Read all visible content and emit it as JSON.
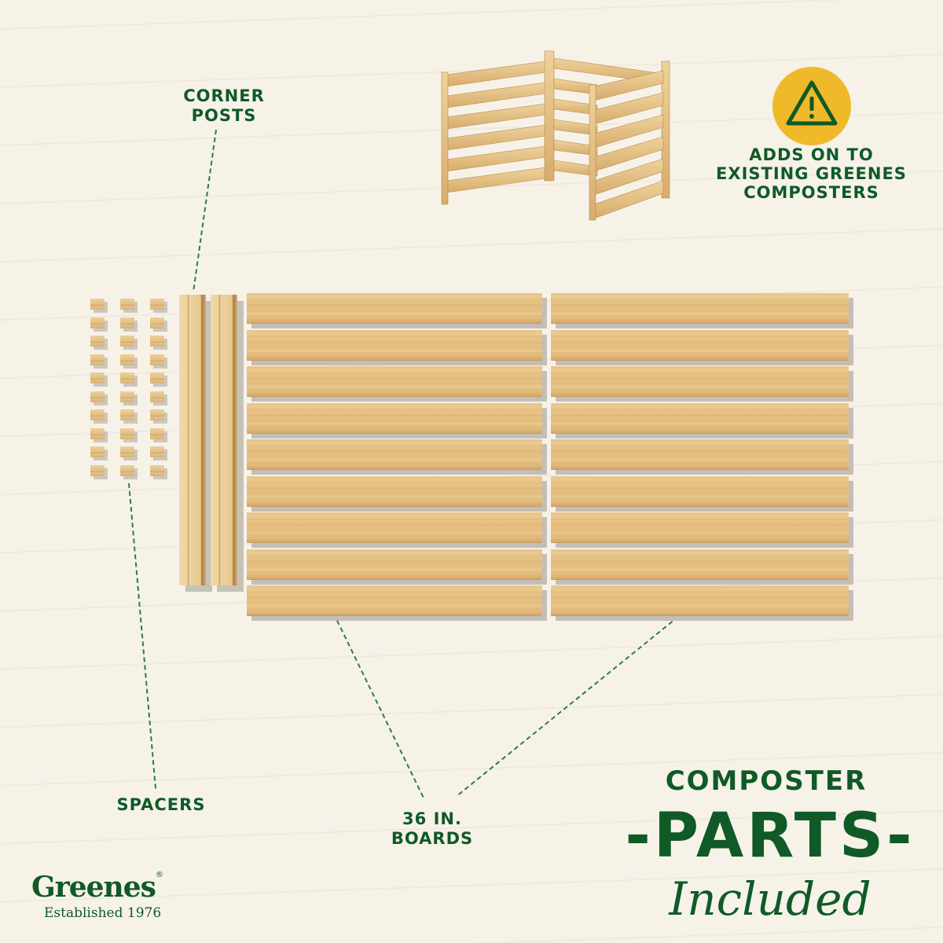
{
  "labels": {
    "corner_posts": [
      "CORNER",
      "POSTS"
    ],
    "spacers": "SPACERS",
    "boards": [
      "36 IN.",
      "BOARDS"
    ]
  },
  "notice": {
    "icon": "warning-triangle-icon",
    "lines": [
      "ADDS ON TO",
      "EXISTING GREENES",
      "COMPOSTERS"
    ]
  },
  "headline": {
    "top": "COMPOSTER",
    "main": "-PARTS-",
    "script": "Included"
  },
  "brand": {
    "name": "Greenes",
    "mark": "®",
    "tagline": "Established 1976"
  },
  "parts": {
    "spacer_columns": 3,
    "spacers_per_column": 10,
    "corner_posts": 2,
    "board_rows": 9,
    "board_columns": 2
  },
  "colors": {
    "brand_green": "#0f5a27",
    "warning_yellow": "#f0b929",
    "background": "#f6f2e8",
    "wood": "#e5bd7c"
  }
}
